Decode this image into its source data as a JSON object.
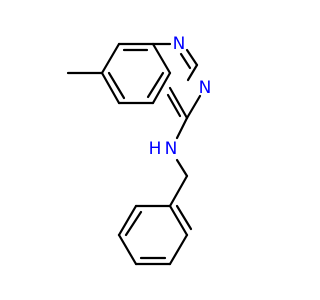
{
  "molecule": {
    "atom_color": "#0000ff",
    "bond_color": "#000000",
    "labels": {
      "n1": "N",
      "n3": "N",
      "nh_n": "N",
      "nh_h": "H"
    }
  }
}
